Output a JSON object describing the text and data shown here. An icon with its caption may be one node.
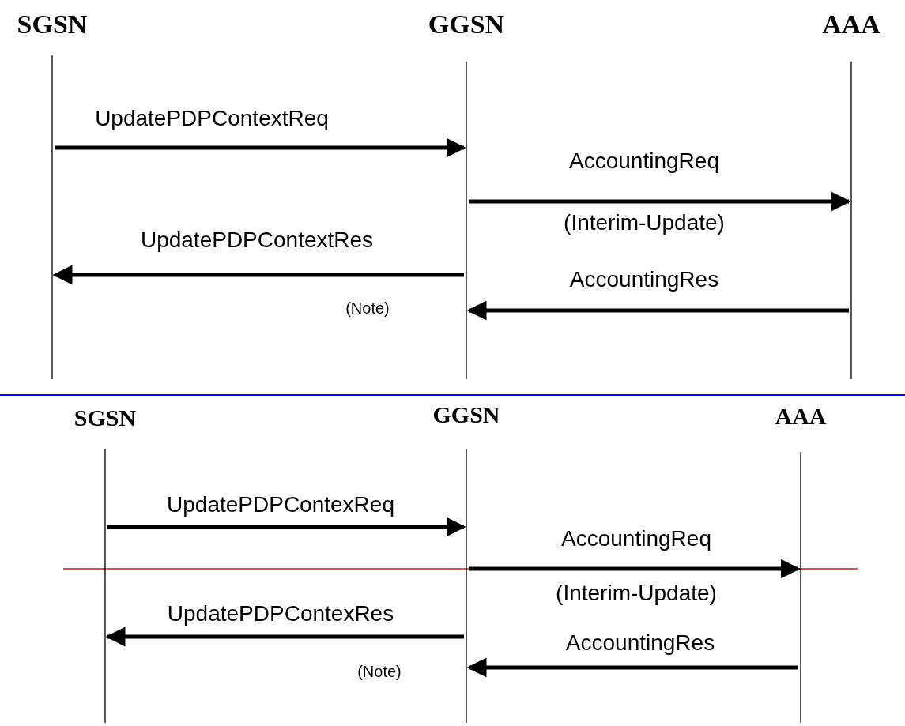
{
  "diagram": {
    "nodes": [
      {
        "text": [
          "SGSN"
        ]
      },
      {
        "text": [
          "GGSN"
        ]
      },
      {
        "text": [
          "AAA"
        ]
      },
      {
        "text": [
          "SGSN"
        ]
      },
      {
        "text": [
          "GGSN"
        ]
      },
      {
        "text": [
          "AAA"
        ]
      }
    ],
    "edges": [
      {
        "from": 0,
        "to": 1,
        "arrow": "to",
        "label": "UpdatePDPContextReq"
      },
      {
        "from": 1,
        "to": 2,
        "arrow": "to",
        "label": "AccountingReq"
      },
      {
        "from": 1,
        "to": 0,
        "arrow": "to",
        "label": "UpdatePDPContextRes"
      },
      {
        "from": 2,
        "to": 1,
        "arrow": "to",
        "label": "AccountingRes"
      },
      {
        "from": 3,
        "to": 4,
        "arrow": "to",
        "label": "UpdatePDPContexReq"
      },
      {
        "from": 4,
        "to": 5,
        "arrow": "to",
        "label": "AccountingReq"
      },
      {
        "from": 4,
        "to": 3,
        "arrow": "to",
        "label": "UpdatePDPContexRes"
      },
      {
        "from": 5,
        "to": 4,
        "arrow": "to",
        "label": "AccountingRes"
      }
    ],
    "labels": [
      "(Interim-Update)",
      "(Note)",
      "(Interim-Update)",
      "(Note)"
    ]
  }
}
